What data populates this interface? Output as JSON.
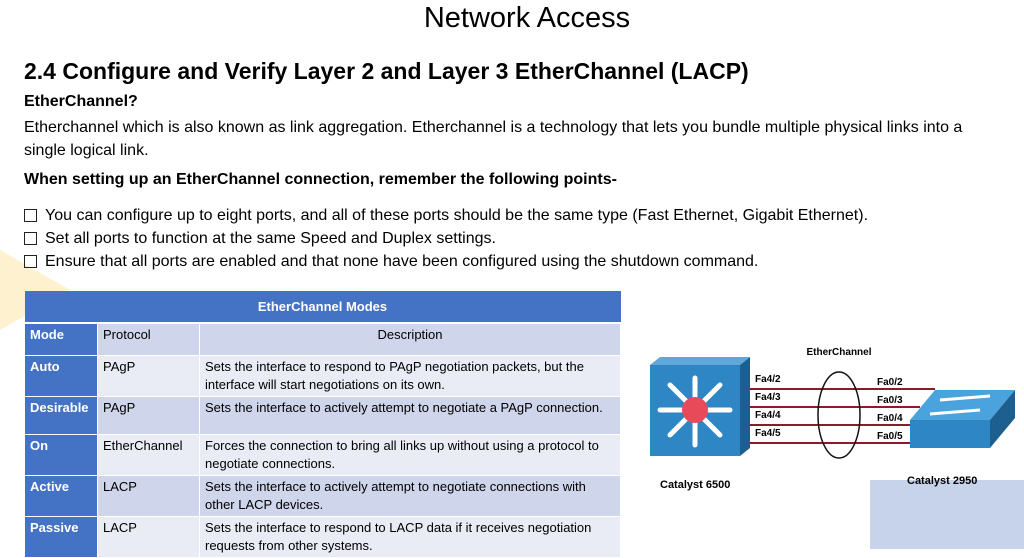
{
  "title": "Network Access",
  "heading": "2.4 Configure and Verify Layer 2 and Layer 3 EtherChannel (LACP)",
  "question": "EtherChannel?",
  "paragraph": "Etherchannel which is also known as link aggregation. Etherchannel is a technology that lets you bundle multiple physical links into a single logical link.",
  "subheading": "When setting up an EtherChannel connection, remember the following points-",
  "points": [
    "You can configure up to eight ports, and all of these ports should be the same type (Fast Ethernet, Gigabit Ethernet).",
    "Set all ports to function at the same Speed and Duplex settings.",
    "Ensure that all ports are enabled and that none have been configured using the shutdown command."
  ],
  "table": {
    "caption": "EtherChannel Modes",
    "headers": [
      "Mode",
      "Protocol",
      "Description"
    ],
    "rows": [
      [
        "Auto",
        "PAgP",
        "Sets the interface to respond to PAgP negotiation packets, but the interface will start negotiations on its own."
      ],
      [
        "Desirable",
        "PAgP",
        "Sets the interface to actively attempt to negotiate a PAgP connection."
      ],
      [
        "On",
        "EtherChannel",
        "Forces the connection to bring all links up without using a protocol to negotiate connections."
      ],
      [
        "Active",
        "LACP",
        "Sets the interface to actively attempt to negotiate connections with other LACP devices."
      ],
      [
        "Passive",
        "LACP",
        "Sets the interface to respond to LACP data if it receives negotiation requests from other systems."
      ]
    ]
  },
  "diagram": {
    "label": "EtherChannel",
    "left_ports": [
      "Fa4/2",
      "Fa4/3",
      "Fa4/4",
      "Fa4/5"
    ],
    "right_ports": [
      "Fa0/2",
      "Fa0/3",
      "Fa0/4",
      "Fa0/5"
    ],
    "left_device": "Catalyst 6500",
    "right_device": "Catalyst 2950"
  }
}
